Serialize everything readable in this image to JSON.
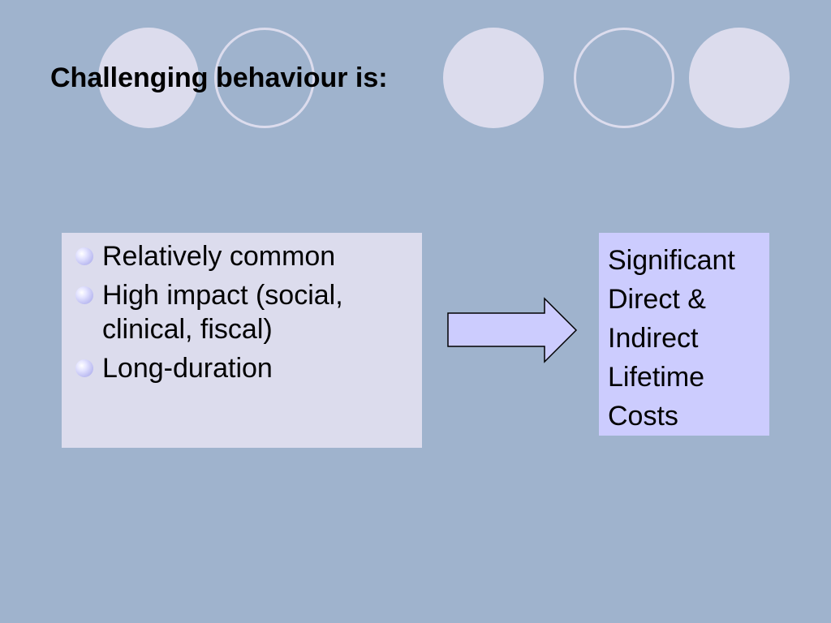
{
  "slide": {
    "title": "Challenging behaviour is:"
  },
  "left_box": {
    "bullets": [
      "Relatively common",
      "High impact (social, clinical, fiscal)",
      "Long-duration"
    ]
  },
  "right_box": {
    "text": "Significant\nDirect &\nIndirect\nLifetime\nCosts"
  },
  "colors": {
    "background": "#9fb3cd",
    "decor_circles": "#dcdced",
    "left_box_fill": "#dcdced",
    "right_box_fill": "#ccccfe",
    "arrow_fill": "#ccccfe"
  },
  "icons": {
    "bullet": "circle-bullet-icon",
    "connector": "right-arrow-icon"
  }
}
